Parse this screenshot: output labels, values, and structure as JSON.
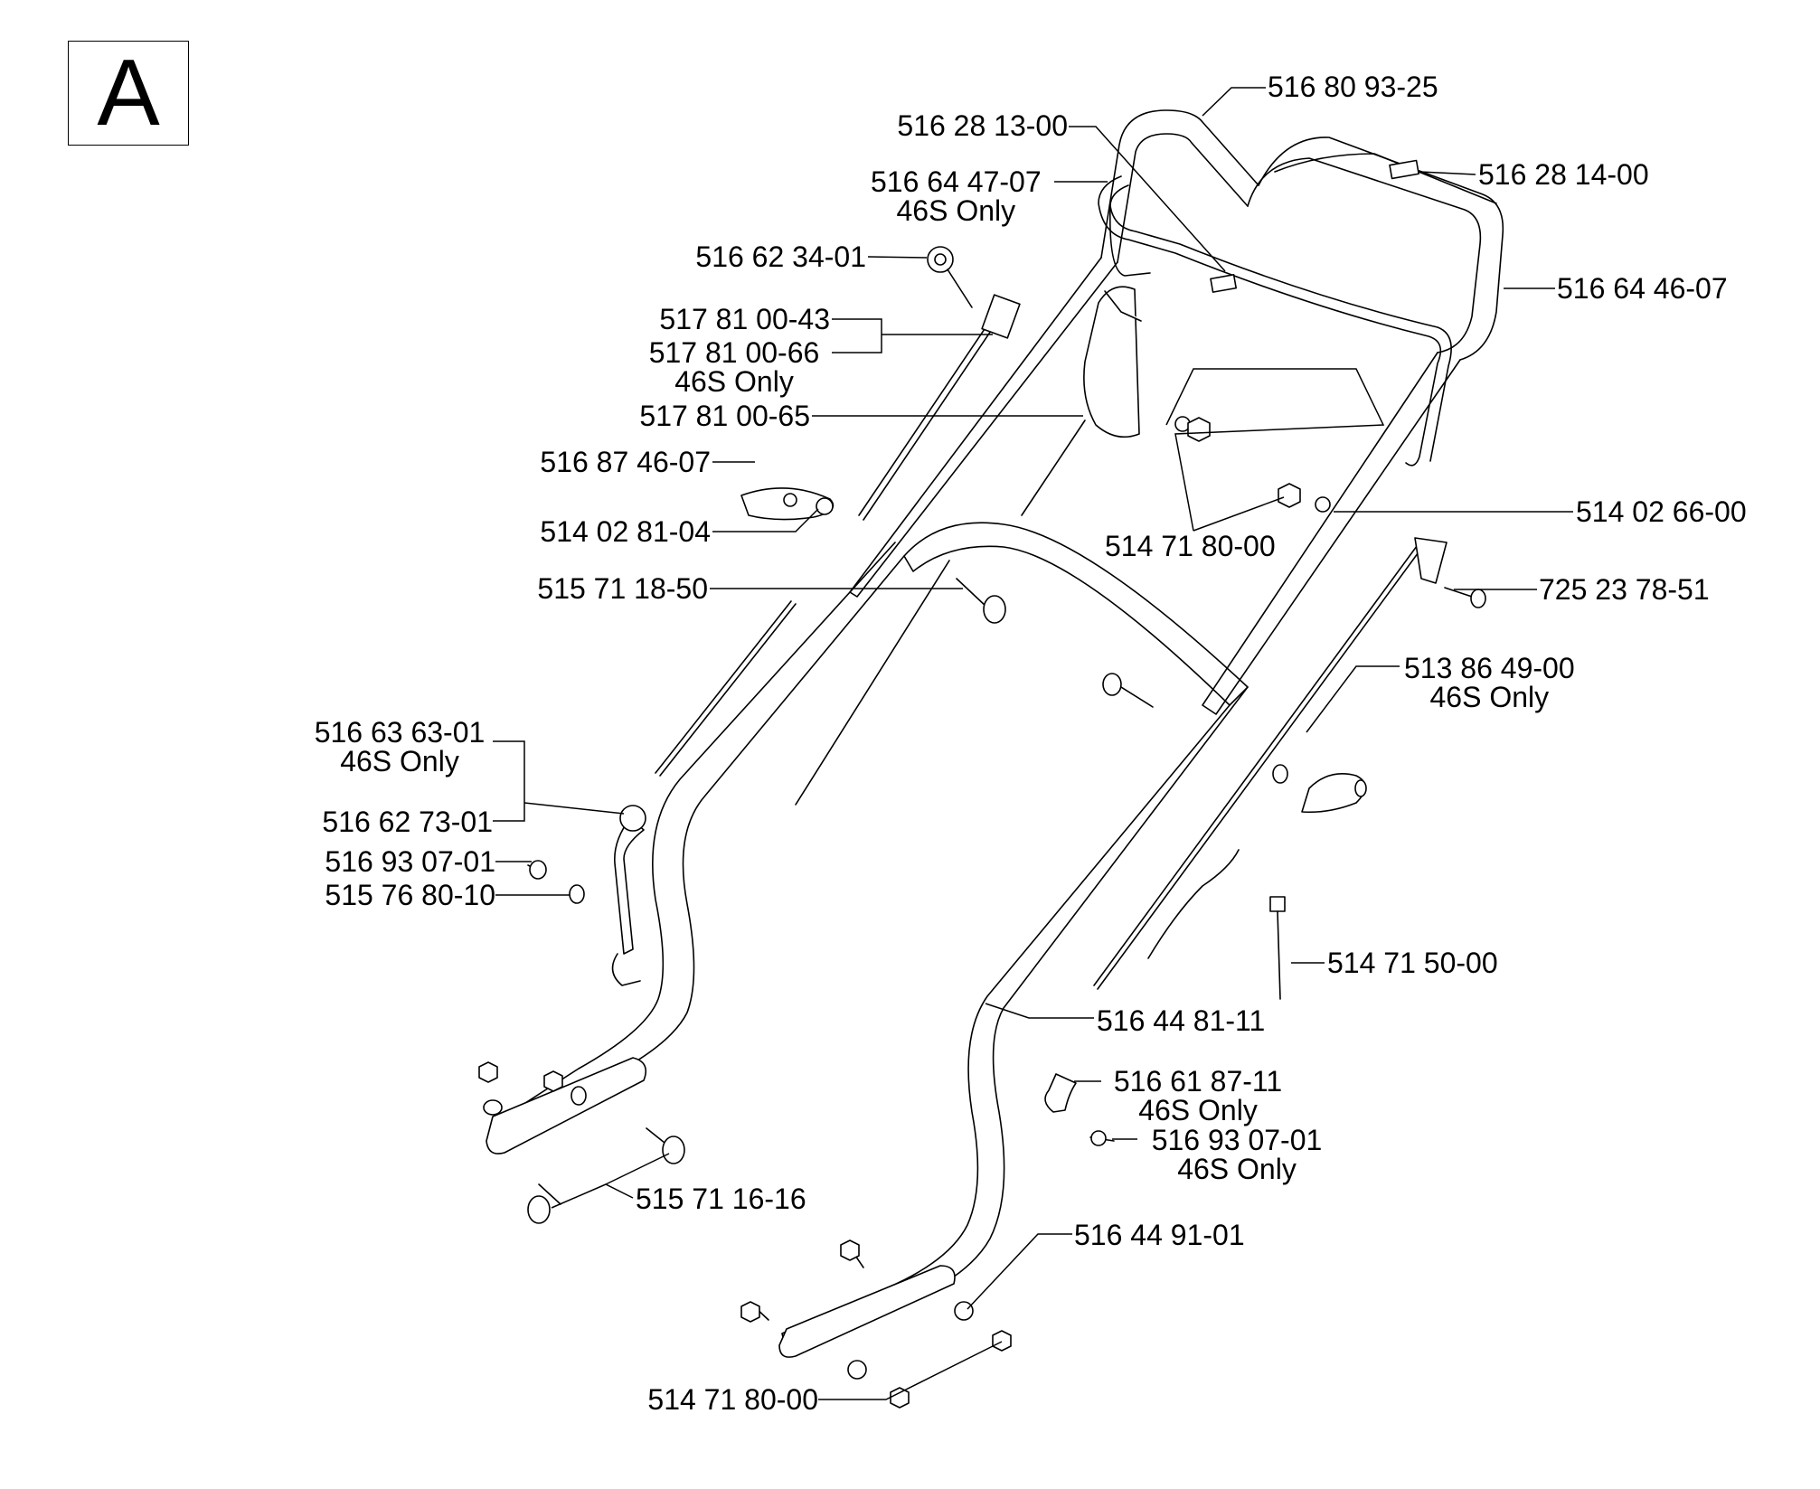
{
  "section_letter": "A",
  "callouts": [
    {
      "part": "516 80 93-25"
    },
    {
      "part": "516 28 13-00"
    },
    {
      "part": "516 64 47-07",
      "note": "46S Only"
    },
    {
      "part": "516 28 14-00"
    },
    {
      "part": "516 62 34-01"
    },
    {
      "part": "516 64 46-07"
    },
    {
      "part": "517 81 00-43"
    },
    {
      "part": "517 81 00-66",
      "note": "46S Only"
    },
    {
      "part": "517 81 00-65"
    },
    {
      "part": "516 87 46-07"
    },
    {
      "part": "514 02 81-04"
    },
    {
      "part": "514 02 66-00"
    },
    {
      "part": "514 71 80-00"
    },
    {
      "part": "515 71 18-50"
    },
    {
      "part": "725 23 78-51"
    },
    {
      "part": "513 86 49-00",
      "note": "46S Only"
    },
    {
      "part": "516 63 63-01",
      "note": "46S Only"
    },
    {
      "part": "516 62 73-01"
    },
    {
      "part": "516 93 07-01"
    },
    {
      "part": "515 76 80-10"
    },
    {
      "part": "514 71 50-00"
    },
    {
      "part": "516 44 81-11"
    },
    {
      "part": "516 61 87-11",
      "note": "46S Only"
    },
    {
      "part": "516 93 07-01",
      "note": "46S Only"
    },
    {
      "part": "515 71 16-16"
    },
    {
      "part": "516 44 91-01"
    },
    {
      "part": "514 71 80-00"
    }
  ]
}
